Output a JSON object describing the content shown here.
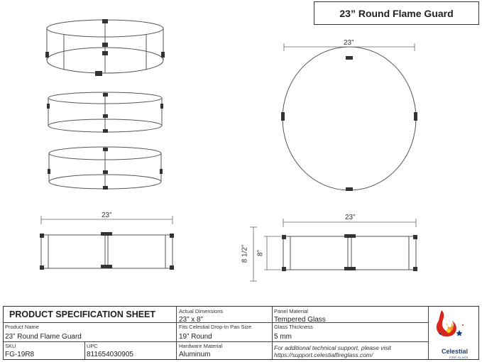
{
  "title": "23” Round Flame Guard",
  "dimensions": {
    "top_width": "23”",
    "front_left_width": "23”",
    "front_right_width": "23”",
    "height_outer": "8 1/2”",
    "height_inner": "8”"
  },
  "spec_sheet": {
    "heading": "PRODUCT SPECIFICATION SHEET",
    "product_name_label": "Product Name",
    "product_name": "23” Round Flame Guard",
    "sku_label": "SKU",
    "sku": "FG-19R8",
    "upc_label": "UPC",
    "upc": "811654030905",
    "actual_dimensions_label": "Actual Dimensions",
    "actual_dimensions": "23” x 8”",
    "fits_label": "Fits Celestial Drop-In Pan Size",
    "fits": "19” Round",
    "hardware_label": "Hardware Material",
    "hardware": "Aluminum",
    "panel_label": "Panel Material",
    "panel": "Tempered Glass",
    "thickness_label": "Glass Thickness",
    "thickness": "5 mm",
    "support_line1": "For additional technical support, please visit",
    "support_line2": "https://support.celestialfireglass.com/"
  },
  "logo": {
    "name": "Celestial",
    "sub": "FIRE GLASS",
    "colors": {
      "flame_red": "#d9261c",
      "flame_orange": "#f39a1e",
      "flame_yellow": "#f7d21a",
      "brand_blue": "#1a3f7a"
    }
  },
  "colors": {
    "line": "#444444",
    "bracket": "#333333"
  }
}
